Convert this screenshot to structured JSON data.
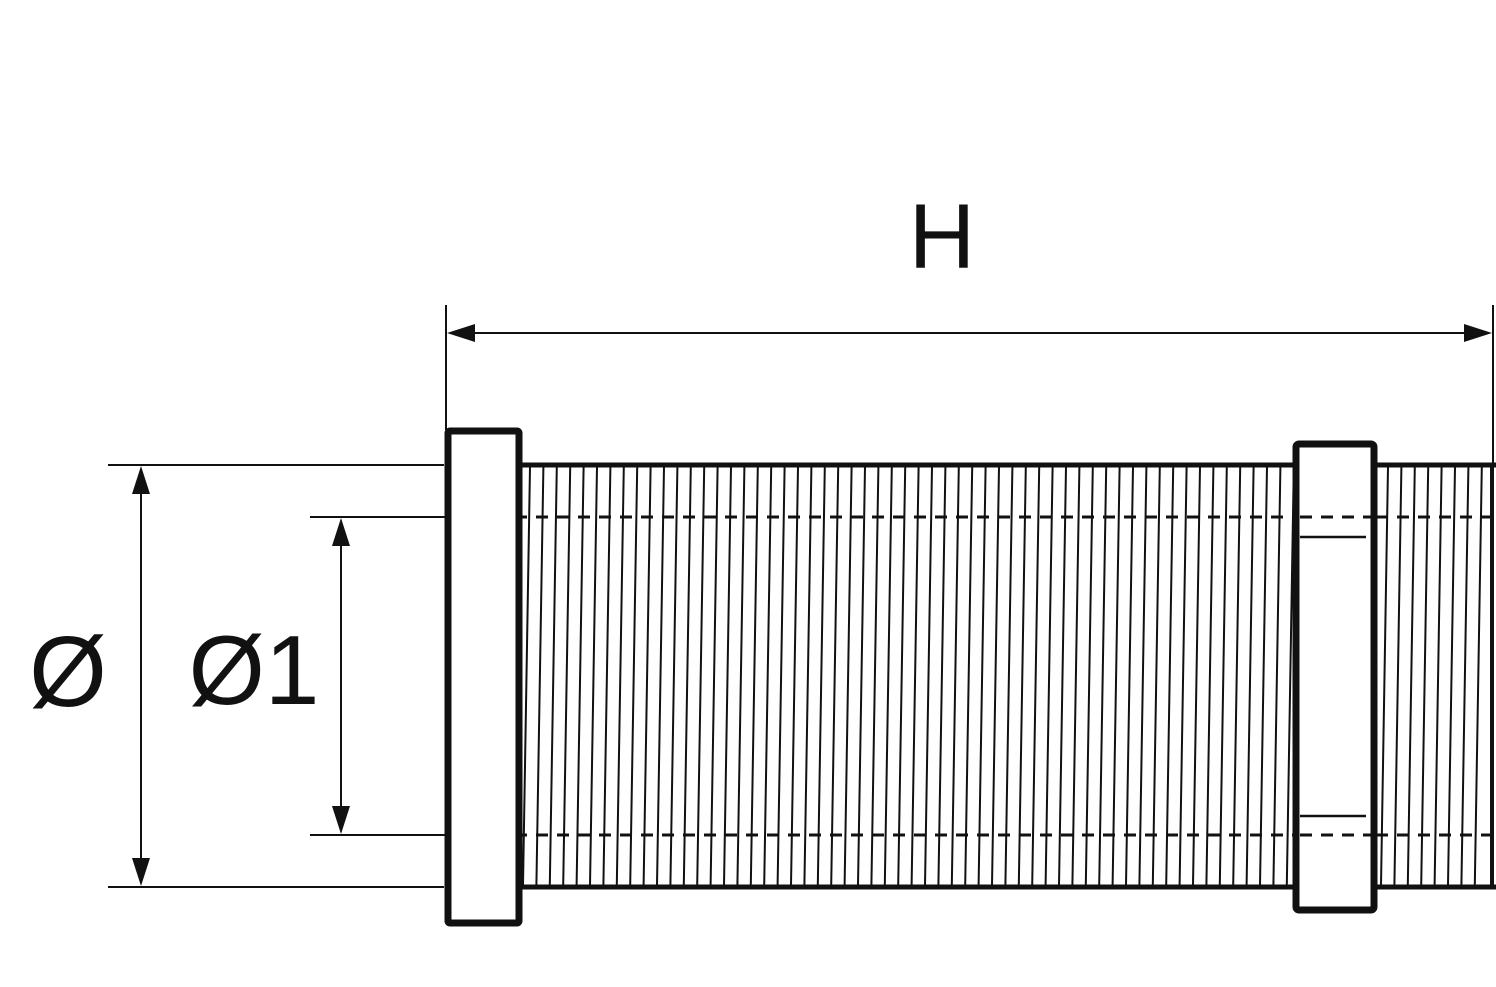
{
  "labels": {
    "length": "H",
    "outer_diameter": "Ø",
    "inner_diameter": "Ø1"
  },
  "colors": {
    "stroke": "#111111",
    "background": "#ffffff"
  }
}
